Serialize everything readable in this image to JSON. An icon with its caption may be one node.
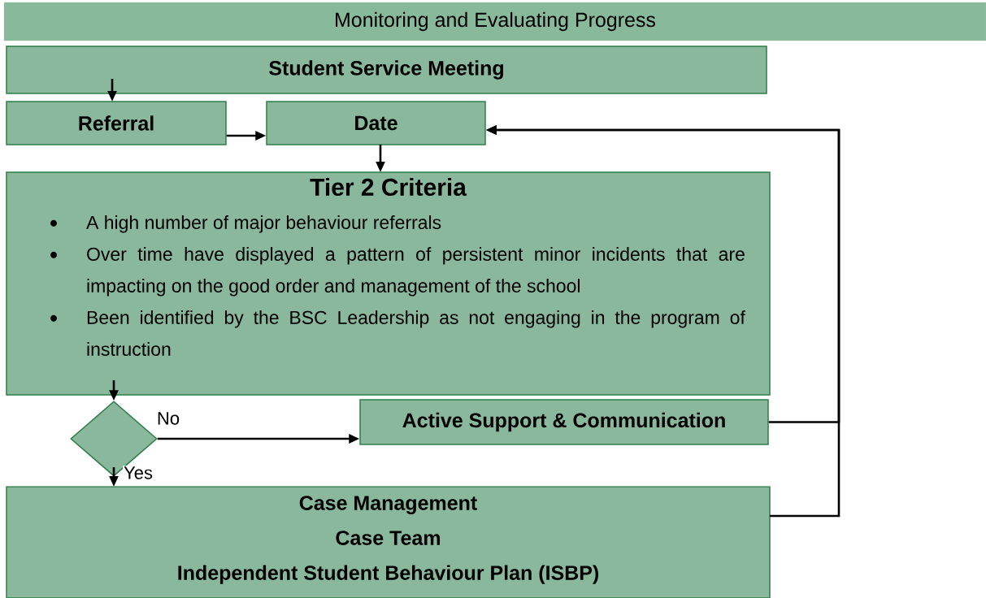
{
  "diagram": {
    "nodes": [
      {
        "text": [
          "Monitoring and Evaluating Progress"
        ]
      },
      {
        "text": [
          "Student Service Meeting"
        ]
      },
      {
        "text": [
          "Referral"
        ]
      },
      {
        "text": [
          "Date"
        ]
      },
      {
        "text": [
          "Tier 2 Criteria",
          "A high number of major behaviour referrals",
          "Over time have displayed a pattern of persistent minor incidents that are impacting on the good order and management of the school",
          "Been identified by the BSC Leadership as not engaging in the program of instruction"
        ]
      },
      {
        "text": [],
        "shape": "diamond"
      },
      {
        "text": [
          "Active Support & Communication"
        ]
      },
      {
        "text": [
          "Case Management",
          "Case Team",
          "Independent Student Behaviour Plan (ISBP)"
        ]
      }
    ],
    "edges": [
      {
        "from": 1,
        "to": 2,
        "arrow": "to"
      },
      {
        "from": 2,
        "to": 3,
        "arrow": "to"
      },
      {
        "from": 3,
        "to": 4,
        "arrow": "to"
      },
      {
        "from": 4,
        "to": 5,
        "arrow": "to"
      },
      {
        "from": 5,
        "to": 6,
        "arrow": "to",
        "label": "No"
      },
      {
        "from": 5,
        "to": 7,
        "arrow": "to",
        "label": "Yes"
      },
      {
        "from": 6,
        "to": 3,
        "arrow": "to"
      },
      {
        "from": 7,
        "to": 3,
        "arrow": "to"
      }
    ]
  }
}
